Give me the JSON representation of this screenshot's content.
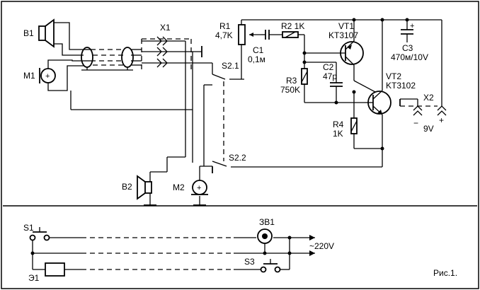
{
  "figure_caption": "Рис.1.",
  "components": {
    "B1": "B1",
    "M1": "M1",
    "X1": "X1",
    "R1": "R1",
    "R1_value": "4,7K",
    "C1": "C1",
    "C1_value": "0,1м",
    "R2": "R2 1K",
    "VT1": "VT1",
    "VT1_type": "KT3107",
    "C3": "C3",
    "C3_value": "470м/10V",
    "C2": "C2",
    "C2_value": "47p",
    "R3": "R3",
    "R3_value": "750K",
    "S2_1": "S2.1",
    "VT2": "VT2",
    "VT2_type": "KT3102",
    "X2": "X2",
    "X2_minus": "−",
    "X2_plus": "+",
    "X2_voltage": "9V",
    "R4": "R4",
    "R4_value": "1K",
    "S2_2": "S2.2",
    "B2": "B2",
    "M2": "M2",
    "S1": "S1",
    "ZV1": "ЗВ1",
    "mains": "~220V",
    "E1": "Э1",
    "S3": "S3"
  }
}
